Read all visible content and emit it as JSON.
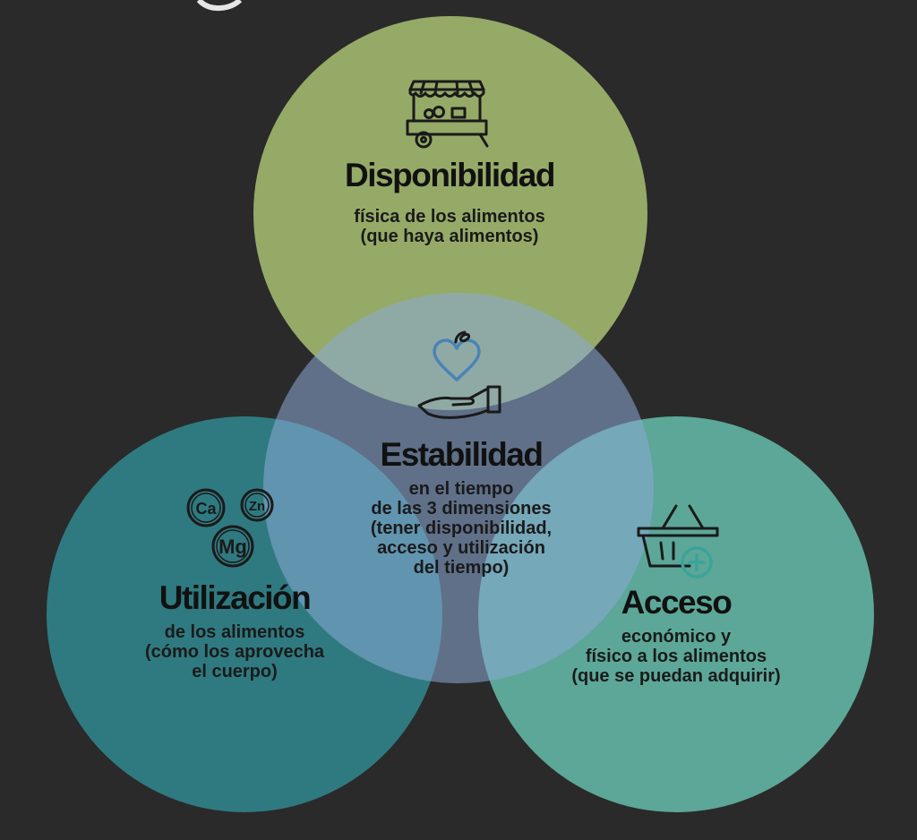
{
  "diagram": {
    "circles": [
      {
        "key": "disponibilidad",
        "title": "Disponibilidad",
        "lines": [
          "física de los alimentos",
          "(que haya alimentos)"
        ],
        "color": "#9aae6a",
        "icon": "food-cart-icon"
      },
      {
        "key": "utilizacion",
        "title": "Utilización",
        "lines": [
          "de los alimentos",
          "(cómo los aprovecha",
          "el cuerpo)"
        ],
        "color": "#2f7d83",
        "icon": "minerals-icon"
      },
      {
        "key": "acceso",
        "title": "Acceso",
        "lines": [
          "económico y",
          "físico a los alimentos",
          "(que se puedan adquirir)"
        ],
        "color": "#5eab9c",
        "icon": "shopping-basket-icon"
      },
      {
        "key": "estabilidad",
        "title": "Estabilidad",
        "lines": [
          "en el tiempo",
          "de las 3 dimensiones",
          "(tener disponibilidad,",
          "acceso y utilización",
          "del tiempo)"
        ],
        "color": "#7e98c2",
        "icon": "hand-heart-icon"
      }
    ],
    "icons": {
      "minerals": [
        "Ca",
        "Zn",
        "Mg"
      ]
    },
    "colors": {
      "background": "#2a2a2a",
      "icon_stroke": "#1a1a1a",
      "icon_accent_blue": "#4b82b8",
      "icon_accent_teal": "#3aa39a"
    }
  }
}
